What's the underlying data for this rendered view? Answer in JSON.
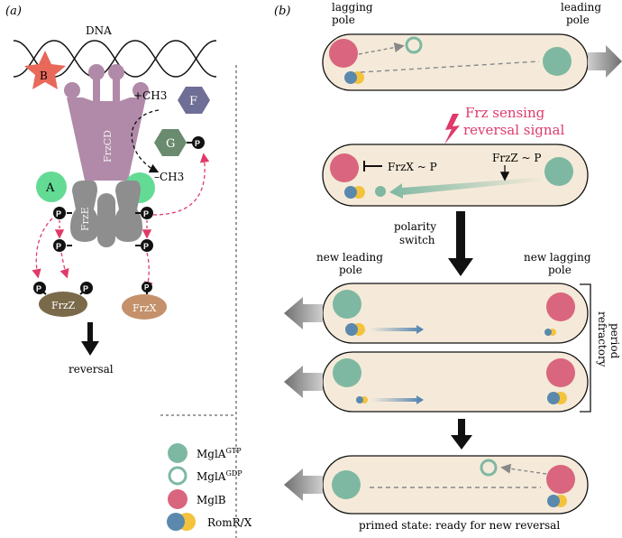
{
  "panel_a": {
    "label": "(a)",
    "dna": "DNA",
    "protein_a": "A",
    "protein_b": "B",
    "protein_f": "F",
    "protein_g": "G",
    "frzcd": "FrzCD",
    "frze": "FrzE",
    "frzz": "FrzZ",
    "frzx": "FrzX",
    "plus_ch3": "+CH3",
    "minus_ch3": "–CH3",
    "phospho": "P",
    "reversal": "reversal"
  },
  "panel_b": {
    "label": "(b)",
    "lagging_pole_1": "lagging",
    "lagging_pole_2": "pole",
    "leading_pole_1": "leading",
    "leading_pole_2": "pole",
    "frz_signal_1": "Frz sensing",
    "frz_signal_2": "reversal signal",
    "frzx_p": "FrzX ~ P",
    "frzz_p": "FrzZ ~ P",
    "polarity_1": "polarity",
    "polarity_2": "switch",
    "new_leading_1": "new leading",
    "new_leading_2": "pole",
    "new_lagging_1": "new lagging",
    "new_lagging_2": "pole",
    "refractory_1": "refractory",
    "refractory_2": "period",
    "primed": "primed state: ready for new reversal"
  },
  "legend": {
    "mgla_gtp_base": "MglA",
    "mgla_gtp_sup": "GTP",
    "mgla_gdp_base": "MglA",
    "mgla_gdp_sup": "GDP",
    "mglb": "MglB",
    "romrx": "RomR/X"
  },
  "colors": {
    "mgla": "#7fb8a2",
    "mglb": "#d9667e",
    "romr": "#5b89ad",
    "romx": "#f4c33d",
    "cell": "#f5ead9",
    "frzcd": "#b08aa8",
    "frze": "#8e8e8e",
    "protein_a": "#63db95",
    "signal": "#e03a6a"
  }
}
